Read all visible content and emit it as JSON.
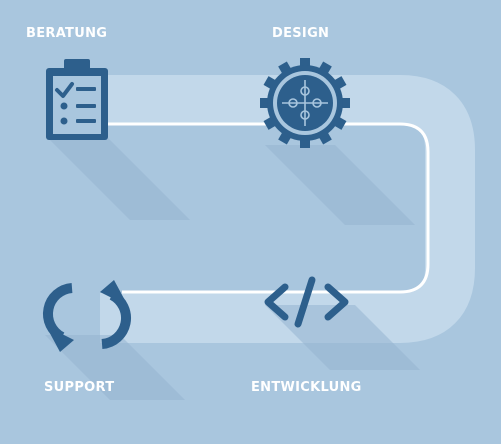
{
  "steps": {
    "beratung": {
      "label": "BERATUNG",
      "icon": "clipboard-checklist-icon"
    },
    "design": {
      "label": "DESIGN",
      "icon": "gear-puzzle-icon"
    },
    "entwicklung": {
      "label": "ENTWICKLUNG",
      "icon": "code-brackets-icon"
    },
    "support": {
      "label": "SUPPORT",
      "icon": "refresh-arrows-icon"
    }
  },
  "colors": {
    "background": "#a9c6de",
    "track": "#c2d8ea",
    "line": "#ffffff",
    "icon": "#2d5f8c",
    "shadow": "#96b5cf"
  }
}
